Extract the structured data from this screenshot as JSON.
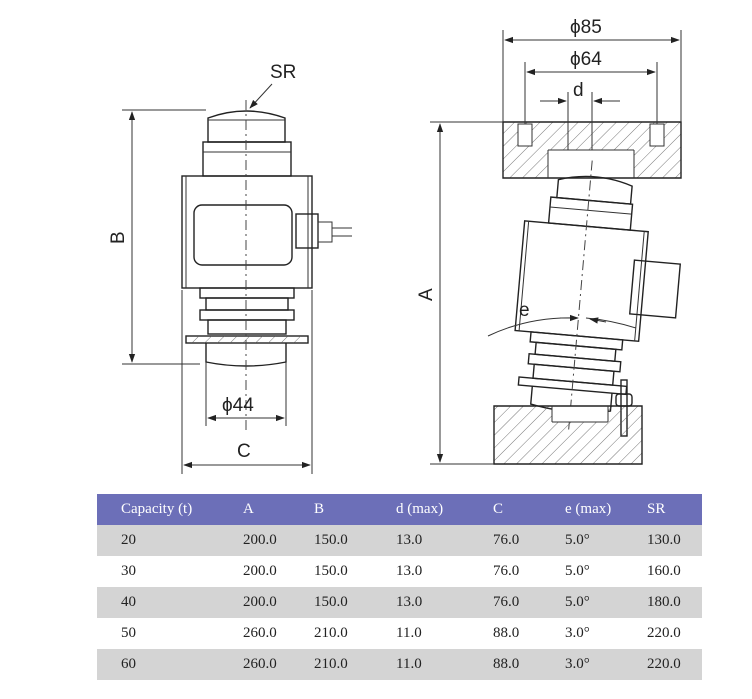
{
  "drawing": {
    "labels": {
      "sr": "SR",
      "b": "B",
      "phi44": "ϕ44",
      "c": "C",
      "phi85": "ϕ85",
      "phi64": "ϕ64",
      "d": "d",
      "a": "A",
      "e": "e"
    }
  },
  "table": {
    "headers": [
      "Capacity (t)",
      "A",
      "B",
      "d (max)",
      "C",
      "e (max)",
      "SR"
    ],
    "rows": [
      [
        "20",
        "200.0",
        "150.0",
        "13.0",
        "76.0",
        "5.0°",
        "130.0"
      ],
      [
        "30",
        "200.0",
        "150.0",
        "13.0",
        "76.0",
        "5.0°",
        "160.0"
      ],
      [
        "40",
        "200.0",
        "150.0",
        "13.0",
        "76.0",
        "5.0°",
        "180.0"
      ],
      [
        "50",
        "260.0",
        "210.0",
        "11.0",
        "88.0",
        "3.0°",
        "220.0"
      ],
      [
        "60",
        "260.0",
        "210.0",
        "11.0",
        "88.0",
        "3.0°",
        "220.0"
      ]
    ]
  },
  "colors": {
    "header_bg": "#6c6fb8",
    "row_shade": "#d4d4d4"
  }
}
